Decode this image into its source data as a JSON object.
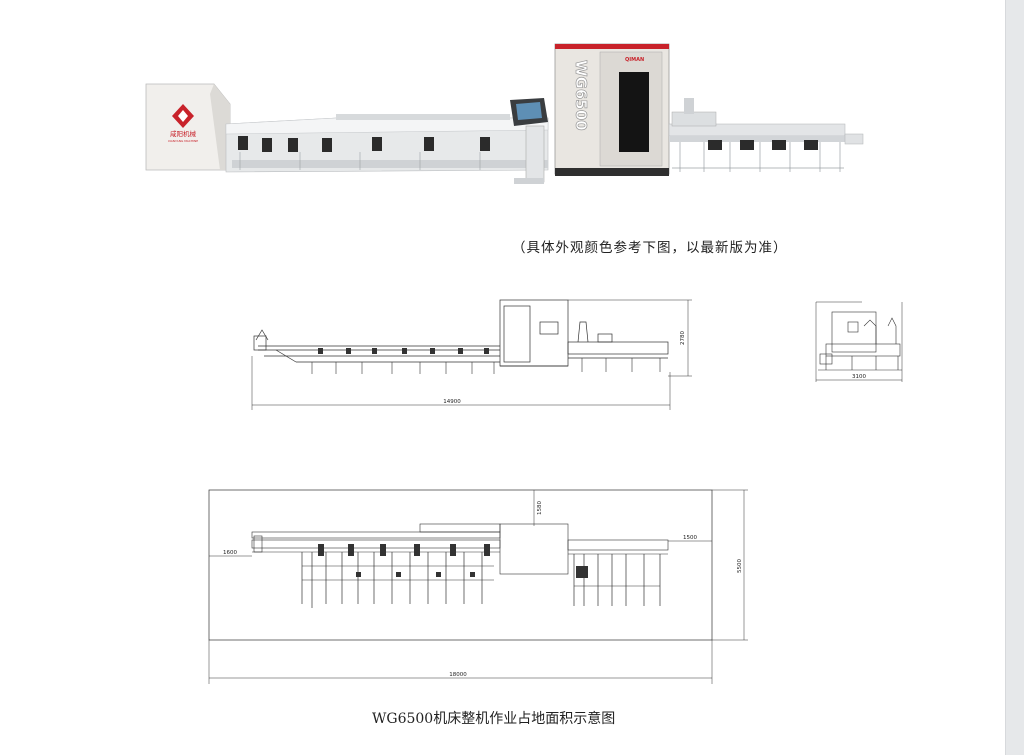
{
  "machine": {
    "logo_cn": "咸阳机械",
    "logo_en": "XIANYANG MACHINE",
    "brand": "QIMAN",
    "model_vertical": "WG6500"
  },
  "note": "（具体外观颜色参考下图，以最新版为准）",
  "side_view": {
    "length_label": "14900",
    "height_label": "2780"
  },
  "end_view": {
    "width_label": "3100"
  },
  "plan_view": {
    "total_length_label": "18000",
    "total_width_label": "5500",
    "top_clearance_label": "1580",
    "left_clearance_label": "1600",
    "right_clearance_label": "1500"
  },
  "caption": "WG6500机床整机作业占地面积示意图",
  "colors": {
    "machine_body": "#e9e6e1",
    "accent_red": "#c8222a",
    "line": "#333333"
  }
}
